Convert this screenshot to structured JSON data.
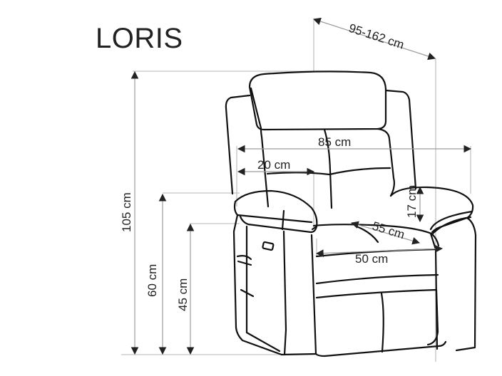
{
  "product": {
    "name": "LORIS",
    "type": "recliner armchair dimension diagram"
  },
  "colors": {
    "outline": "#111111",
    "dimension_line": "#bdbdbd",
    "arrow": "#222222",
    "text": "#222222",
    "background": "#ffffff"
  },
  "dimensions": {
    "depth_range": {
      "label": "95-162 cm",
      "description": "depth closed to fully reclined"
    },
    "total_width": {
      "label": "85 cm",
      "description": "overall width"
    },
    "armrest_width": {
      "label": "20 cm",
      "description": "armrest width"
    },
    "armrest_height_above_seat": {
      "label": "17 cm",
      "description": "armrest height above seat"
    },
    "seat_depth": {
      "label": "55 cm",
      "description": "seat depth"
    },
    "seat_width": {
      "label": "50 cm",
      "description": "seat width"
    },
    "total_height": {
      "label": "105 cm",
      "description": "overall height"
    },
    "armrest_height": {
      "label": "60 cm",
      "description": "armrest height from floor"
    },
    "seat_height": {
      "label": "45 cm",
      "description": "seat height from floor"
    }
  }
}
